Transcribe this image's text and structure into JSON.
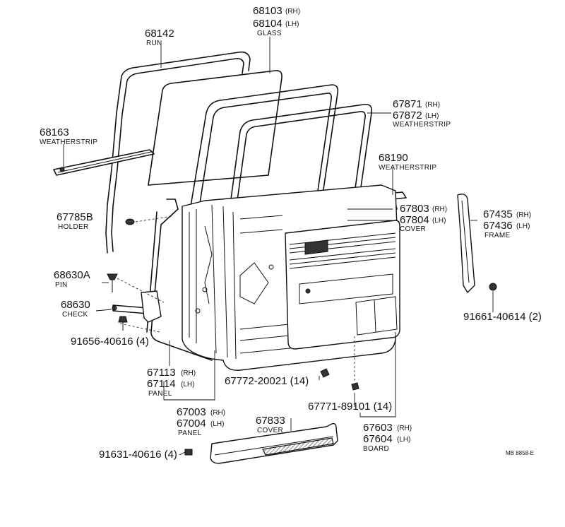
{
  "labels": {
    "run": {
      "num": "68142",
      "name": "RUN"
    },
    "glass": {
      "rh": "68103",
      "lh": "68104",
      "rh_sfx": "(RH)",
      "lh_sfx": "(LH)",
      "name": "GLASS"
    },
    "weatherstrip_1": {
      "num": "68163",
      "name": "WEATHERSTRIP"
    },
    "weatherstrip_2": {
      "rh": "67871",
      "lh": "67872",
      "rh_sfx": "(RH)",
      "lh_sfx": "(LH)",
      "name": "WEATHERSTRIP"
    },
    "weatherstrip_3": {
      "num": "68190",
      "name": "WEATHERSTRIP"
    },
    "holder": {
      "num": "67785B",
      "name": "HOLDER"
    },
    "cover_upper": {
      "rh": "67803",
      "lh": "67804",
      "rh_sfx": "(RH)",
      "lh_sfx": "(LH)",
      "name": "COVER"
    },
    "frame": {
      "rh": "67435",
      "lh": "67436",
      "rh_sfx": "(RH)",
      "lh_sfx": "(LH)",
      "name": "FRAME"
    },
    "pin": {
      "num": "68630A",
      "name": "PIN"
    },
    "check": {
      "num": "68630",
      "name": "CHECK"
    },
    "bolt_frame": {
      "text": "91661-40614  (2)"
    },
    "bolt_check": {
      "text": "91656-40616  (4)"
    },
    "panel_inner": {
      "rh": "67113",
      "lh": "67114",
      "rh_sfx": "(RH)",
      "lh_sfx": "(LH)",
      "name": "PANEL"
    },
    "clip_1": {
      "text": "67772-20021  (14)"
    },
    "panel_outer": {
      "rh": "67003",
      "lh": "67004",
      "rh_sfx": "(RH)",
      "lh_sfx": "(LH)",
      "name": "PANEL"
    },
    "cover_lower": {
      "num": "67833",
      "name": "COVER"
    },
    "clip_2": {
      "text": "67771-89101  (14)"
    },
    "board": {
      "rh": "67603",
      "lh": "67604",
      "rh_sfx": "(RH)",
      "lh_sfx": "(LH)",
      "name": "BOARD"
    },
    "bolt_cover": {
      "text": "91631-40616  (4)"
    },
    "diagram_code": {
      "text": "MB 8858-E"
    }
  }
}
